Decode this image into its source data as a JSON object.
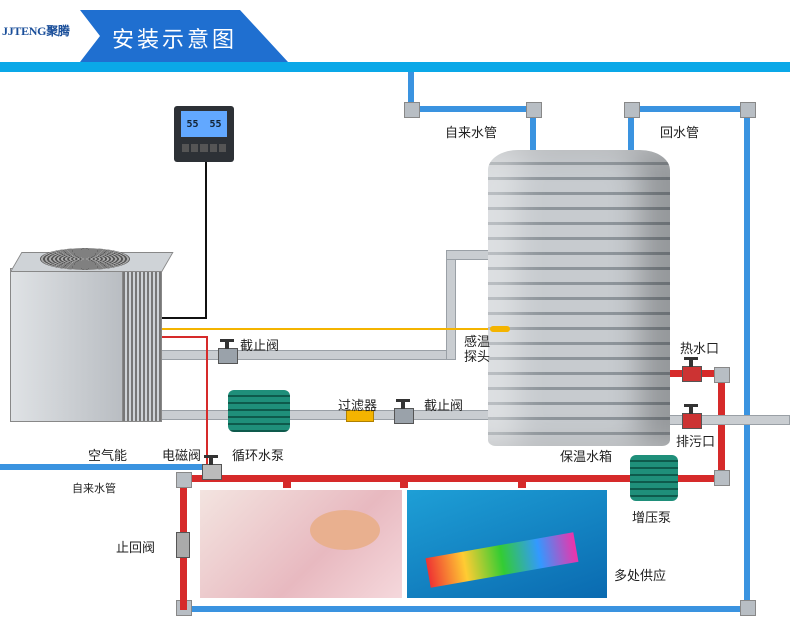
{
  "header": {
    "logo": "JJTENG聚腾",
    "title": "安装示意图"
  },
  "controller": {
    "reading_left": "55",
    "reading_right": "55"
  },
  "labels": {
    "tap_water_top": "自来水管",
    "return_pipe": "回水管",
    "stop_valve_1": "截止阀",
    "temp_probe_1": "感温",
    "temp_probe_2": "探头",
    "hot_water_outlet": "热水口",
    "filter": "过滤器",
    "stop_valve_2": "截止阀",
    "drain": "排污口",
    "air_energy": "空气能",
    "solenoid_valve": "电磁阀",
    "circulation_pump": "循环水泵",
    "tank": "保温水箱",
    "tap_water_left": "自来水管",
    "booster_pump": "增压泵",
    "check_valve": "止回阀",
    "multi_supply": "多处供应"
  },
  "colors": {
    "brand": "#1f6fd0",
    "cold_pipe": "#3a93e0",
    "hot_pipe": "#d62a2a",
    "banner": "#0aa8e8"
  }
}
